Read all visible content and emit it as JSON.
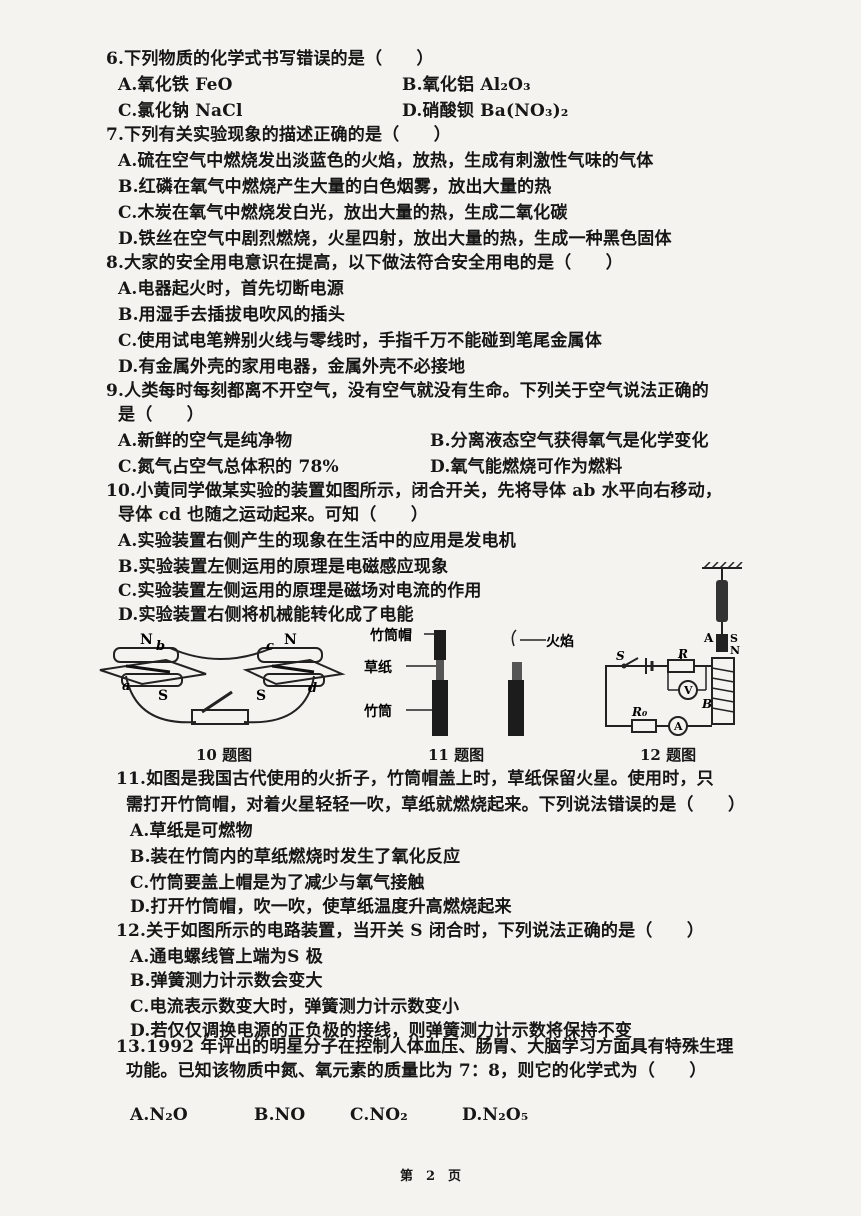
{
  "questions": [
    {
      "stem": "6.下列物质的化学式书写错误的是（　　）",
      "options": [
        "A.氧化铁 FeO",
        "B.氧化铝 Al₂O₃",
        "C.氯化钠 NaCl",
        "D.硝酸钡 Ba(NO₃)₂"
      ]
    },
    {
      "stem": "7.下列有关实验现象的描述正确的是（　　）",
      "options": [
        "A.硫在空气中燃烧发出淡蓝色的火焰，放热，生成有刺激性气味的气体",
        "B.红磷在氧气中燃烧产生大量的白色烟雾，放出大量的热",
        "C.木炭在氧气中燃烧发白光，放出大量的热，生成二氧化碳",
        "D.铁丝在空气中剧烈燃烧，火星四射，放出大量的热，生成一种黑色固体"
      ]
    },
    {
      "stem": "8.大家的安全用电意识在提高，以下做法符合安全用电的是（　　）",
      "options": [
        "A.电器起火时，首先切断电源",
        "B.用湿手去插拔电吹风的插头",
        "C.使用试电笔辨别火线与零线时，手指千万不能碰到笔尾金属体",
        "D.有金属外壳的家用电器，金属外壳不必接地"
      ]
    },
    {
      "stem_lines": [
        "9.人类每时每刻都离不开空气，没有空气就没有生命。下列关于空气说法正确的",
        "是（　　）"
      ],
      "options": [
        "A.新鲜的空气是纯净物",
        "B.分离液态空气获得氧气是化学变化",
        "C.氮气占空气总体积的 78%",
        "D.氧气能燃烧可作为燃料"
      ]
    },
    {
      "stem_lines": [
        "10.小黄同学做某实验的装置如图所示，闭合开关，先将导体 ab 水平向右移动，",
        "导体 cd 也随之运动起来。可知（　　）"
      ],
      "options": [
        "A.实验装置右侧产生的现象在生活中的应用是发电机",
        "B.实验装置左侧运用的原理是电磁感应现象",
        "C.实验装置左侧运用的原理是磁场对电流的作用",
        "D.实验装置右侧将机械能转化成了电能"
      ]
    },
    {
      "stem_lines": [
        "11.如图是我国古代使用的火折子，竹筒帽盖上时，草纸保留火星。使用时，只",
        "需打开竹筒帽，对着火星轻轻一吹，草纸就燃烧起来。下列说法错误的是（　　）"
      ],
      "options": [
        "A.草纸是可燃物",
        "B.装在竹筒内的草纸燃烧时发生了氧化反应",
        "C.竹筒要盖上帽是为了减少与氧气接触",
        "D.打开竹筒帽，吹一吹，使草纸温度升高燃烧起来"
      ]
    },
    {
      "stem": "12.关于如图所示的电路装置，当开关 S 闭合时，下列说法正确的是（　　）",
      "options": [
        "A.通电螺线管上端为S 极",
        "B.弹簧测力计示数会变大",
        "C.电流表示数变大时，弹簧测力计示数变小",
        "D.若仅仅调换电源的正负极的接线，则弹簧测力计示数将保持不变"
      ]
    },
    {
      "stem_lines": [
        "13.1992 年评出的明星分子在控制人体血压、肠胃、大脑学习方面具有特殊生理",
        "功能。已知该物质中氮、氧元素的质量比为 7：8，则它的化学式为（　　）"
      ],
      "options": [
        "A.N₂O",
        "B.NO",
        "C.NO₂",
        "D.N₂O₅"
      ]
    }
  ],
  "figures": {
    "fig10": {
      "caption": "10 题图",
      "labels": {
        "n_left": "N",
        "b": "b",
        "a": "a",
        "s_left": "S",
        "c": "c",
        "n_right": "N",
        "s_right": "S",
        "d": "d"
      }
    },
    "fig11": {
      "caption": "11 题图",
      "labels": {
        "cap": "竹筒帽",
        "paper": "草纸",
        "tube": "竹筒",
        "flame": "火焰"
      }
    },
    "fig12": {
      "caption": "12 题图",
      "labels": {
        "a": "A",
        "s_top": "S",
        "n": "N",
        "s_switch": "S",
        "r": "R",
        "v": "V",
        "r0": "R₀",
        "amm": "A",
        "b": "B"
      }
    }
  },
  "footer": "第　2　页"
}
